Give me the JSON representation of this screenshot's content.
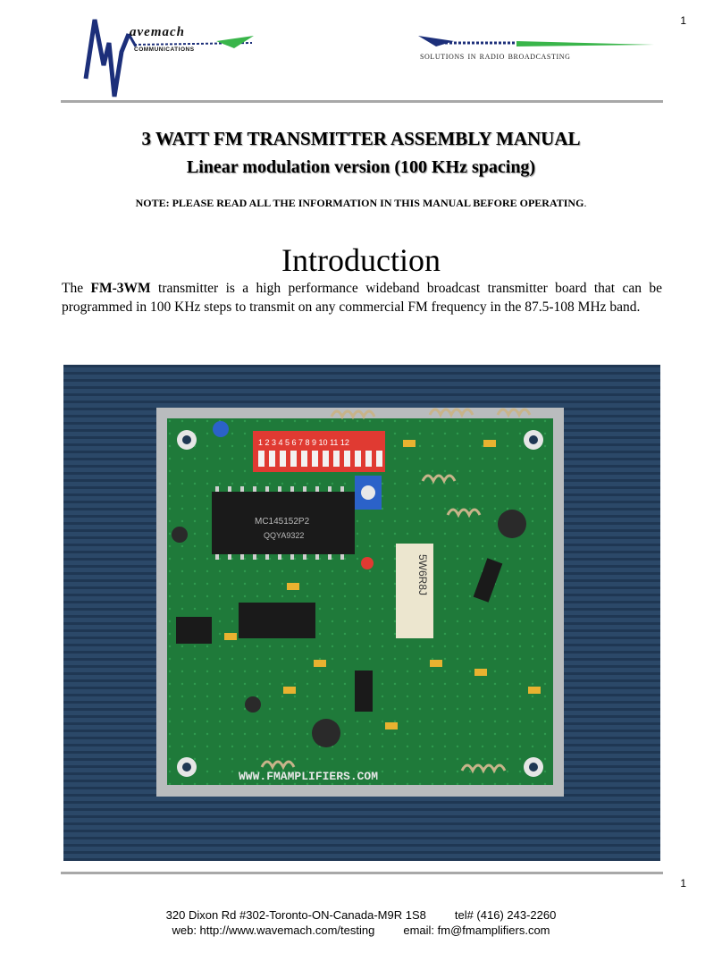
{
  "header": {
    "page_number": "1",
    "logo_name": "avemach",
    "logo_sub": "COMMUNICATIONS",
    "tagline": "solutions in radio broadcasting",
    "brand_color": "#1c2f7a",
    "accent_color": "#39b54a"
  },
  "title": {
    "line1": "3 WATT FM TRANSMITTER ASSEMBLY MANUAL",
    "line2": "Linear modulation version (100 KHz spacing)"
  },
  "note": {
    "text": "NOTE:  PLEASE READ ALL THE INFORMATION IN THIS MANUAL BEFORE OPERATING",
    "end": "."
  },
  "section": {
    "heading": "Introduction",
    "intro_prefix": "The ",
    "intro_bold": "FM-3WM",
    "intro_rest": " transmitter is a high performance wideband broadcast transmitter board that can be programmed in 100 KHz steps to transmit on any commercial FM frequency in the 87.5-108 MHz band."
  },
  "photo": {
    "ic1_label": "MC145152P2",
    "ic1_code": "QQYA9322",
    "resistor_label": "5W6R8J",
    "website": "WWW.FMAMPLIFIERS.COM",
    "switch_numbers": [
      "1",
      "2",
      "3",
      "4",
      "5",
      "6",
      "7",
      "8",
      "9",
      "10",
      "11",
      "12"
    ]
  },
  "footer": {
    "page_number": "1",
    "address": "320 Dixon Rd #302-Toronto-ON-Canada-M9R 1S8",
    "tel": "tel# (416) 243-2260",
    "web": "web: http://www.wavemach.com/testing",
    "email": "email: fm@fmamplifiers.com"
  }
}
